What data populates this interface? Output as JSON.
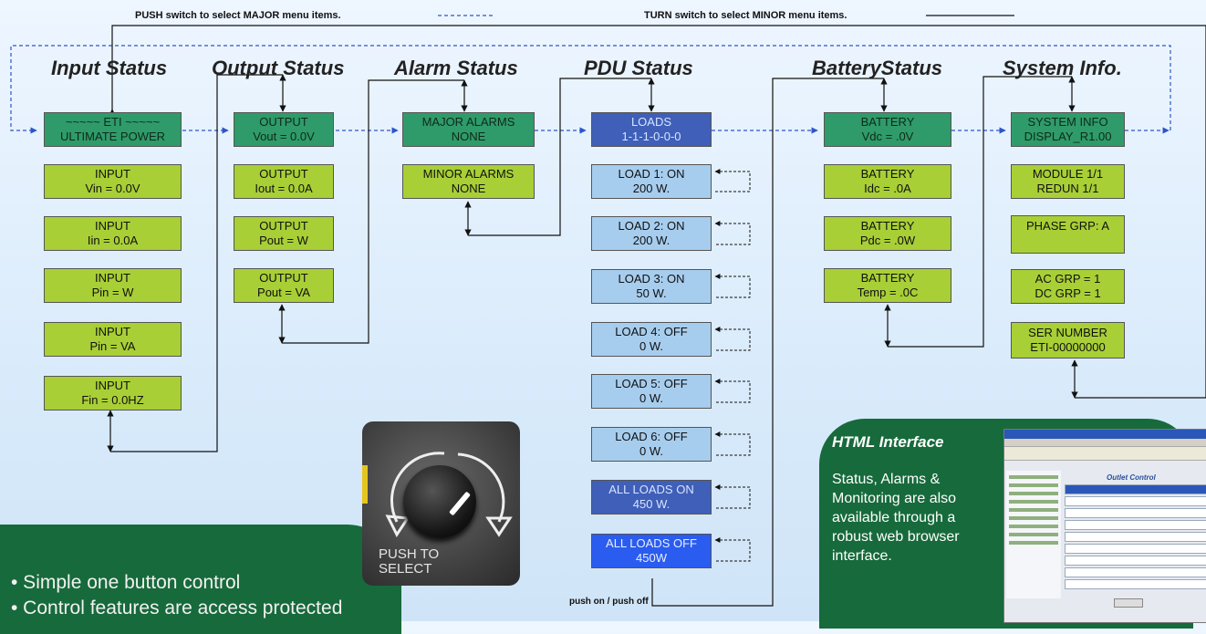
{
  "header": {
    "push_label": "PUSH switch to select MAJOR menu items.",
    "turn_label": "TURN switch to select MINOR menu items."
  },
  "columns": [
    {
      "title": "Input Status",
      "boxes": [
        {
          "lines": [
            "~~~~~ ETI ~~~~~",
            "ULTIMATE POWER"
          ],
          "style": "dark-green"
        },
        {
          "lines": [
            "INPUT",
            "Vin =  0.0V"
          ],
          "style": "lime"
        },
        {
          "lines": [
            "INPUT",
            "Iin =  0.0A"
          ],
          "style": "lime"
        },
        {
          "lines": [
            "INPUT",
            "Pin =    W"
          ],
          "style": "lime"
        },
        {
          "lines": [
            "INPUT",
            "Pin =    VA"
          ],
          "style": "lime"
        },
        {
          "lines": [
            "INPUT",
            "Fin = 0.0HZ"
          ],
          "style": "lime"
        }
      ]
    },
    {
      "title": "Output Status",
      "boxes": [
        {
          "lines": [
            "OUTPUT",
            "Vout =  0.0V"
          ],
          "style": "dark-green"
        },
        {
          "lines": [
            "OUTPUT",
            "Iout =  0.0A"
          ],
          "style": "lime"
        },
        {
          "lines": [
            "OUTPUT",
            "Pout =    W"
          ],
          "style": "lime"
        },
        {
          "lines": [
            "OUTPUT",
            "Pout =    VA"
          ],
          "style": "lime"
        }
      ]
    },
    {
      "title": "Alarm Status",
      "boxes": [
        {
          "lines": [
            "MAJOR ALARMS",
            "NONE"
          ],
          "style": "dark-green"
        },
        {
          "lines": [
            "MINOR ALARMS",
            "NONE"
          ],
          "style": "lime"
        }
      ]
    },
    {
      "title": "PDU Status",
      "boxes": [
        {
          "lines": [
            "LOADS",
            "1-1-1-0-0-0"
          ],
          "style": "dark-blue"
        },
        {
          "lines": [
            "LOAD 1: ON",
            "200 W."
          ],
          "style": "light-blue"
        },
        {
          "lines": [
            "LOAD 2: ON",
            "200 W."
          ],
          "style": "light-blue"
        },
        {
          "lines": [
            "LOAD 3: ON",
            "50 W."
          ],
          "style": "light-blue"
        },
        {
          "lines": [
            "LOAD 4: OFF",
            "0 W."
          ],
          "style": "light-blue"
        },
        {
          "lines": [
            "LOAD 5: OFF",
            "0 W."
          ],
          "style": "light-blue"
        },
        {
          "lines": [
            "LOAD 6: OFF",
            "0 W."
          ],
          "style": "light-blue"
        },
        {
          "lines": [
            "ALL LOADS ON",
            "450 W."
          ],
          "style": "dark-blue"
        },
        {
          "lines": [
            "ALL LOADS OFF",
            "450W"
          ],
          "style": "bright-blue"
        }
      ]
    },
    {
      "title": "BatteryStatus",
      "boxes": [
        {
          "lines": [
            "BATTERY",
            "Vdc =  .0V"
          ],
          "style": "dark-green"
        },
        {
          "lines": [
            "BATTERY",
            "Idc =  .0A"
          ],
          "style": "lime"
        },
        {
          "lines": [
            "BATTERY",
            "Pdc =  .0W"
          ],
          "style": "lime"
        },
        {
          "lines": [
            "BATTERY",
            "Temp =  .0C"
          ],
          "style": "lime"
        }
      ]
    },
    {
      "title": "System Info.",
      "boxes": [
        {
          "lines": [
            "SYSTEM INFO",
            "DISPLAY_R1.00"
          ],
          "style": "dark-green"
        },
        {
          "lines": [
            "MODULE 1/1",
            "REDUN 1/1"
          ],
          "style": "lime"
        },
        {
          "lines": [
            "PHASE GRP: A"
          ],
          "style": "lime"
        },
        {
          "lines": [
            "AC GRP = 1",
            "DC GRP = 1"
          ],
          "style": "lime"
        },
        {
          "lines": [
            "SER NUMBER",
            "ETI-00000000"
          ],
          "style": "lime"
        }
      ]
    }
  ],
  "knob": {
    "label_line1": "PUSH TO",
    "label_line2": "SELECT"
  },
  "bullets": [
    "• Simple one button control",
    "• Control features are access protected"
  ],
  "html_interface": {
    "title": "HTML Interface",
    "body": "Status, Alarms & Monitoring are also available through a robust web browser interface.",
    "screenshot_heading": "Outlet Control"
  },
  "footer_note": "push on / push off",
  "colors": {
    "dark_green": "#2f9b6a",
    "lime": "#a8cf36",
    "light_blue": "#a7cdee",
    "dark_blue": "#3f5fb8",
    "bright_blue": "#2a5cf0",
    "panel_green": "#176a3b"
  }
}
